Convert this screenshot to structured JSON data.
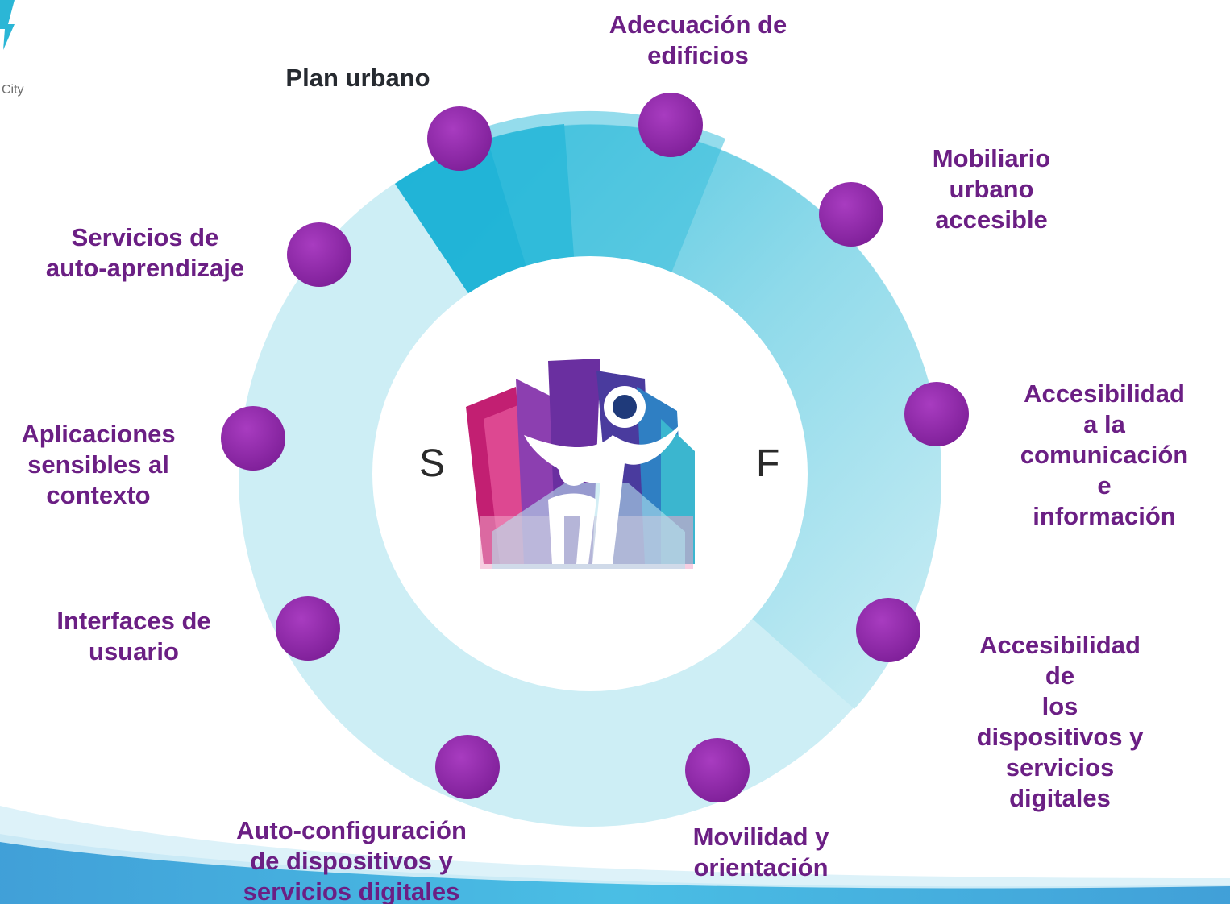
{
  "logo": {
    "text": "City",
    "accent_color": "#2bb6d6"
  },
  "center": {
    "left_fragment": "S",
    "right_fragment": "F"
  },
  "colors": {
    "node": "#8e2aa6",
    "ring_light": "#c7ecf3",
    "ring_mid": "#86d8ea",
    "ring_dark": "#1fb3d6",
    "label_purple": "#6b1f84",
    "label_dark": "#262a30"
  },
  "nodes": [
    {
      "label": "Plan urbano",
      "style": "purple"
    },
    {
      "label": "Adecuación de\nedificios",
      "style": "purple"
    },
    {
      "label": "Mobiliario\nurbano\naccesible",
      "style": "purple"
    },
    {
      "label": "Accesibilidad a la\ncomunicación e\ninformación",
      "style": "purple"
    },
    {
      "label": "Accesibilidad de\nlos dispositivos y\nservicios digitales",
      "style": "purple"
    },
    {
      "label": "Movilidad y\norientación",
      "style": "purple"
    },
    {
      "label": "Auto-configuración\nde dispositivos y\nservicios digitales",
      "style": "purple"
    },
    {
      "label": "Interfaces de\nusuario",
      "style": "purple"
    },
    {
      "label": "Aplicaciones\nsensibles al\ncontexto",
      "style": "purple"
    },
    {
      "label": "Servicios de\nauto-aprendizaje",
      "style": "purple"
    }
  ]
}
